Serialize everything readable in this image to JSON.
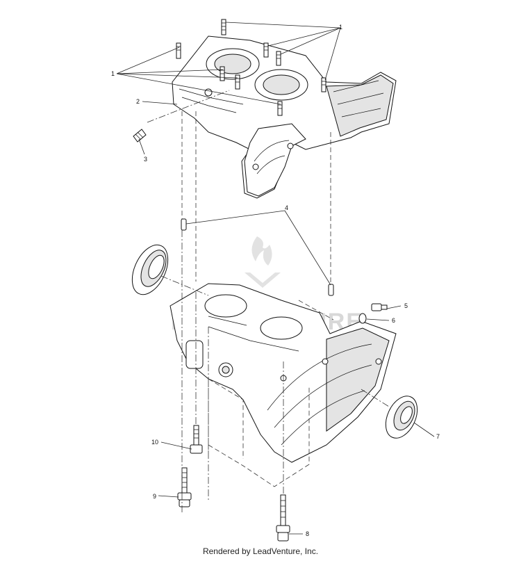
{
  "diagram": {
    "callouts": [
      "1",
      "1",
      "2",
      "3",
      "4",
      "5",
      "6",
      "7",
      "8",
      "9",
      "10"
    ],
    "watermark": "LEADVENTURE"
  },
  "footer": {
    "credit": "Rendered by LeadVenture, Inc."
  }
}
